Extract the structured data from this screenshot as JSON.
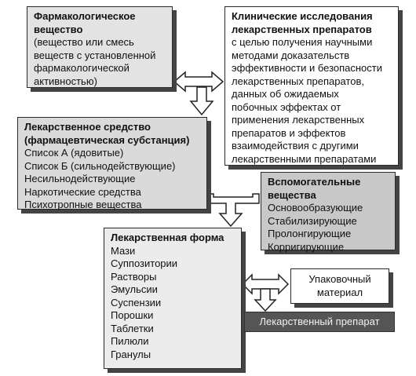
{
  "pharmacological_substance": {
    "title": "Фармакологическое вещество",
    "description": [
      "(вещество или смесь",
      "веществ с установленной",
      "фармакологической",
      "активностью)"
    ]
  },
  "clinical_trials": {
    "title": [
      "Клинические исследования",
      "лекарственных препаратов"
    ],
    "description": [
      "с целью получения научными",
      "методами доказательств",
      "эффективности и безопасности",
      "лекарственных препаратов,",
      "данных об ожидаемых",
      "побочных эффектах от",
      "применения лекарственных",
      "препаратов и эффектов",
      "взаимодействия с другими",
      "лекарственными препаратами"
    ]
  },
  "medicinal_agent": {
    "title": [
      "Лекарственное средство",
      "(фармацевтическая субстанция)"
    ],
    "items": [
      "Список А (ядовитые)",
      "Список Б (сильнодействующие)",
      "Несильнодействующие",
      "Наркотические средства",
      "Психотропные вещества"
    ]
  },
  "auxiliary_substances": {
    "title": [
      "Вспомогательные",
      "вещества"
    ],
    "items": [
      "Основообразующие",
      "Стабилизирующие",
      "Пролонгирующие",
      "Корригирующие"
    ]
  },
  "dosage_form": {
    "title": "Лекарственная форма",
    "items": [
      "Мази",
      "Суппозитории",
      "Растворы",
      "Эмульсии",
      "Суспензии",
      "Порошки",
      "Таблетки",
      "Пилюли",
      "Гранулы"
    ]
  },
  "packaging": {
    "label": [
      "Упаковочный",
      "материал"
    ]
  },
  "final_product": {
    "label": "Лекарственный препарат"
  }
}
